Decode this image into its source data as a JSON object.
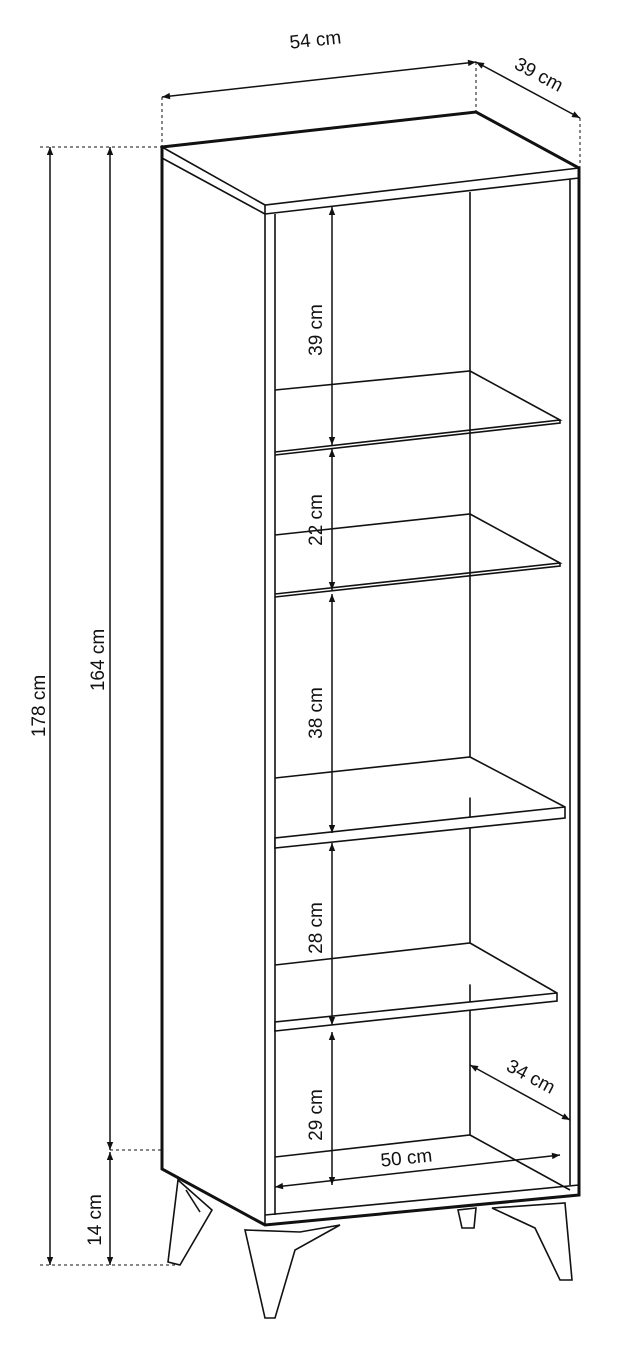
{
  "dimensions": {
    "width": "54 cm",
    "depth": "39 cm",
    "total_height": "178 cm",
    "body_height": "164 cm",
    "leg_height": "14 cm",
    "compartment_1": "39 cm",
    "compartment_2": "22 cm",
    "compartment_3": "38 cm",
    "compartment_4": "28 cm",
    "compartment_5": "29 cm",
    "inner_depth": "34 cm",
    "inner_width": "50 cm"
  }
}
